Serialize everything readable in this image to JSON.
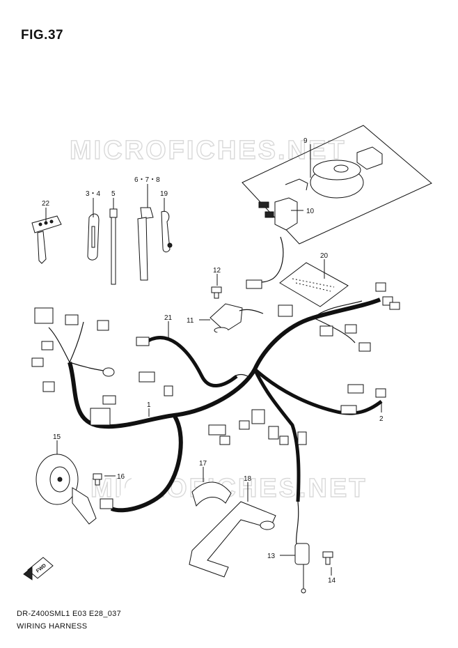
{
  "figure": {
    "title": "FIG.37"
  },
  "watermark": {
    "text": "MICROFICHES.NET"
  },
  "footer": {
    "code": "DR-Z400SML1 E03 E28_037",
    "name": "WIRING HARNESS"
  },
  "fwd_arrow": {
    "label": "FWD",
    "icon": "fwd-arrow-icon"
  },
  "callouts": {
    "c1": "1",
    "c2": "2",
    "c3_4": "3・4",
    "c5": "5",
    "c6_7_8": "6・7・8",
    "c9": "9",
    "c10": "10",
    "c11": "11",
    "c12": "12",
    "c13": "13",
    "c14": "14",
    "c15": "15",
    "c16": "16",
    "c17": "17",
    "c18": "18",
    "c19": "19",
    "c20": "20",
    "c21": "21",
    "c22": "22"
  }
}
